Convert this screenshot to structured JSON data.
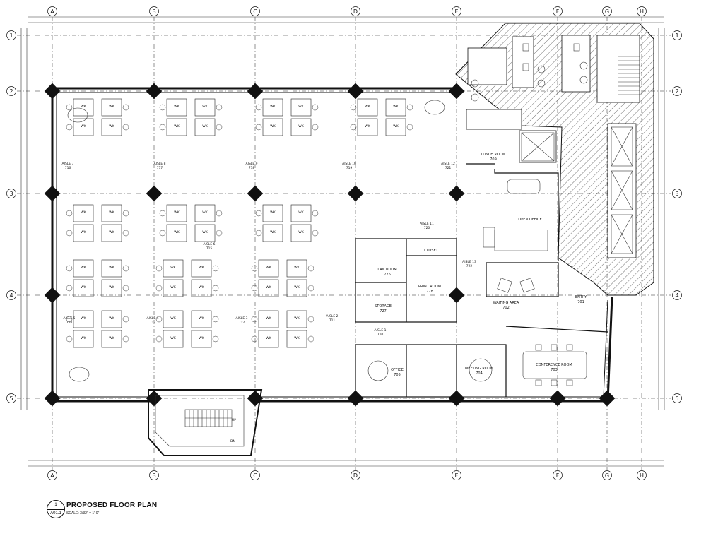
{
  "grid": {
    "columns": [
      "A",
      "B",
      "C",
      "D",
      "E",
      "F",
      "G",
      "H"
    ],
    "rows": [
      "1",
      "2",
      "3",
      "4",
      "5"
    ]
  },
  "rooms": {
    "lunch_room": {
      "name": "LUNCH ROOM",
      "num": "709"
    },
    "open_office": {
      "name": "OPEN OFFICE"
    },
    "closet": {
      "name": "CLOSET"
    },
    "lan_room": {
      "name": "LAN ROOM",
      "num": "726"
    },
    "print_room": {
      "name": "PRINT ROOM",
      "num": "728"
    },
    "storage": {
      "name": "STORAGE",
      "num": "727"
    },
    "waiting_area": {
      "name": "WAITING AREA",
      "num": "702"
    },
    "meeting_room": {
      "name": "MEETING ROOM",
      "num": "704"
    },
    "conference_room": {
      "name": "CONFERENCE ROOM",
      "num": "703"
    },
    "office": {
      "name": "OFFICE",
      "num": "705"
    },
    "entry": {
      "name": "ENTRY",
      "num": "701"
    }
  },
  "aisles": {
    "a1": {
      "name": "AISLE 1",
      "num": "710"
    },
    "a2": {
      "name": "AISLE 2",
      "num": "711"
    },
    "a3": {
      "name": "AISLE 3",
      "num": "712"
    },
    "a4": {
      "name": "AISLE 4",
      "num": "713"
    },
    "a5": {
      "name": "AISLE 5",
      "num": "714"
    },
    "a6": {
      "name": "AISLE 6",
      "num": "715"
    },
    "a7": {
      "name": "AISLE 7",
      "num": "716"
    },
    "a8": {
      "name": "AISLE 8",
      "num": "717"
    },
    "a9": {
      "name": "AISLE 9",
      "num": "718"
    },
    "a10": {
      "name": "AISLE 10",
      "num": "719"
    },
    "a11": {
      "name": "AISLE 11",
      "num": "720"
    },
    "a12": {
      "name": "AISLE 12",
      "num": "721"
    },
    "a13": {
      "name": "AISLE 13",
      "num": "722"
    }
  },
  "workstation": {
    "label": "WK"
  },
  "stair": {
    "up": "UP",
    "dn": "DN"
  },
  "title_block": {
    "number": "1",
    "sheet": "A01.1",
    "title": "PROPOSED FLOOR PLAN",
    "scale": "SCALE: 3/32\" = 1'-0\""
  }
}
